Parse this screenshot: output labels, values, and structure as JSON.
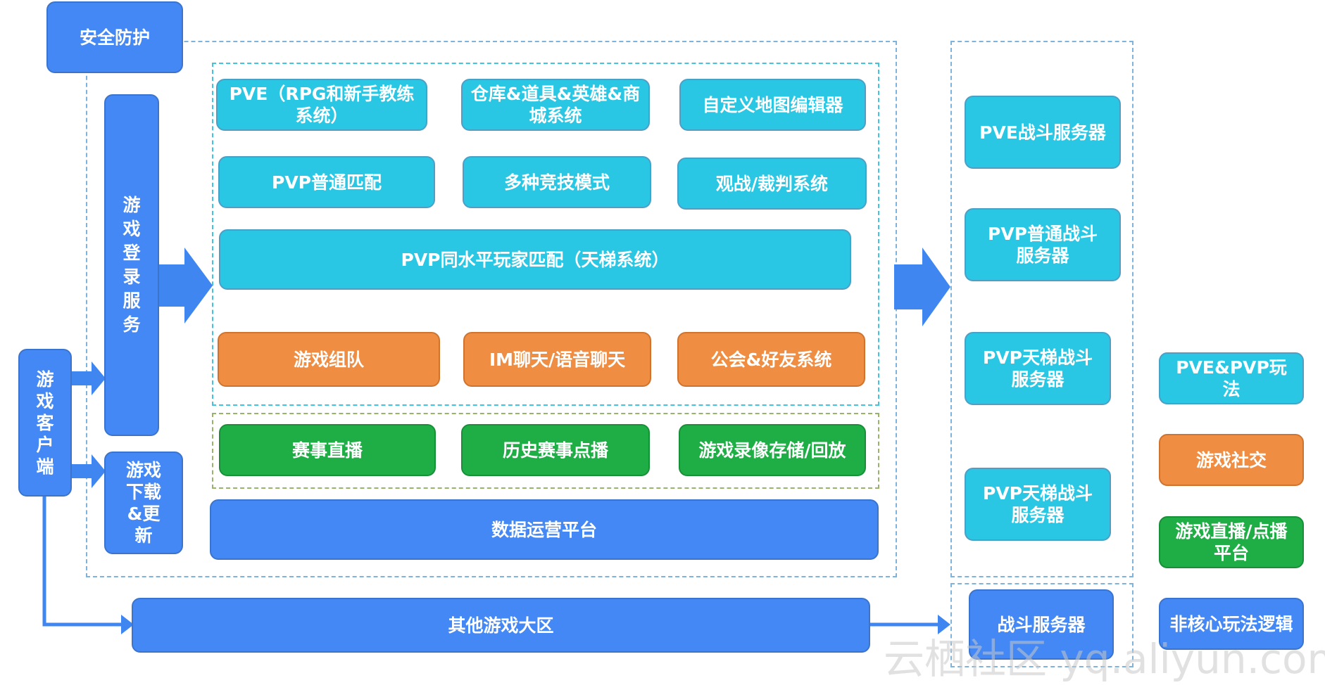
{
  "security": "安全防护",
  "client": "游戏客户端",
  "login": "游戏登录服务",
  "download": "游戏下载&更新",
  "modules": {
    "pve": "PVE（RPG和新手教练系统）",
    "warehouse": "仓库&道具&英雄&商城系统",
    "map_editor": "自定义地图编辑器",
    "pvp_normal": "PVP普通匹配",
    "modes": "多种竞技模式",
    "observe": "观战/裁判系统",
    "ladder": "PVP同水平玩家匹配（天梯系统）",
    "team": "游戏组队",
    "chat": "IM聊天/语音聊天",
    "guild": "公会&好友系统",
    "live": "赛事直播",
    "vod": "历史赛事点播",
    "replay": "游戏录像存储/回放",
    "data_platform": "数据运营平台"
  },
  "other_regions": "其他游戏大区",
  "servers": {
    "pve": "PVE战斗服务器",
    "pvp_normal": "PVP普通战斗服务器",
    "ladder1": "PVP天梯战斗服务器",
    "ladder2": "PVP天梯战斗服务器",
    "battle": "战斗服务器"
  },
  "legend": {
    "gameplay": "PVE&PVP玩法",
    "social": "游戏社交",
    "streaming": "游戏直播/点播平台",
    "noncore": "非核心玩法逻辑"
  },
  "watermark": "云栖社区 yq.aliyun.com",
  "colors": {
    "cyan": "#29c7e3",
    "blue": "#4488f5",
    "orange": "#ef8e42",
    "green": "#1fae45"
  }
}
